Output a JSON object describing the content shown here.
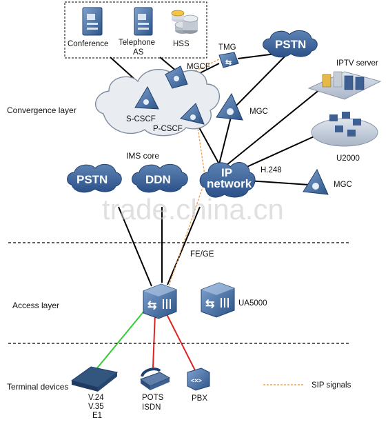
{
  "server_box": {
    "conference": "Conference",
    "telephone_as_line1": "Telephone",
    "telephone_as_line2": "AS",
    "hss": "HSS"
  },
  "nodes": {
    "tmg": "TMG",
    "pstn_top": "PSTN",
    "mgcf": "MGCF",
    "iptv_server": "IPTV server",
    "s_cscf": "S-CSCF",
    "p_cscf": "P-CSCF",
    "mgc_upper": "MGC",
    "u2000": "U2000",
    "ims_core": "IMS core",
    "pstn_left": "PSTN",
    "ddn": "DDN",
    "ip_network_line1": "IP",
    "ip_network_line2": "network",
    "h248": "H.248",
    "mgc_lower": "MGC",
    "fe_ge": "FE/GE",
    "ua5000": "UA5000",
    "pots_line1": "POTS",
    "pots_line2": "ISDN",
    "pbx": "PBX",
    "v_line1": "V.24",
    "v_line2": "V.35",
    "v_line3": "E1"
  },
  "layers": {
    "convergence": "Convergence layer",
    "access": "Access layer",
    "terminal": "Terminal devices"
  },
  "legend": {
    "sip_signals": "SIP signals"
  },
  "watermark": "trade.china.cn",
  "colors": {
    "device_blue": "#3f6a9e",
    "device_dark": "#1f3f6e",
    "cloud_fill": "#e9ecf1",
    "cloud_stroke": "#7f8da0",
    "sip_dashed": "#f0a050",
    "link_green": "#33cc33",
    "link_red": "#dd2222"
  }
}
